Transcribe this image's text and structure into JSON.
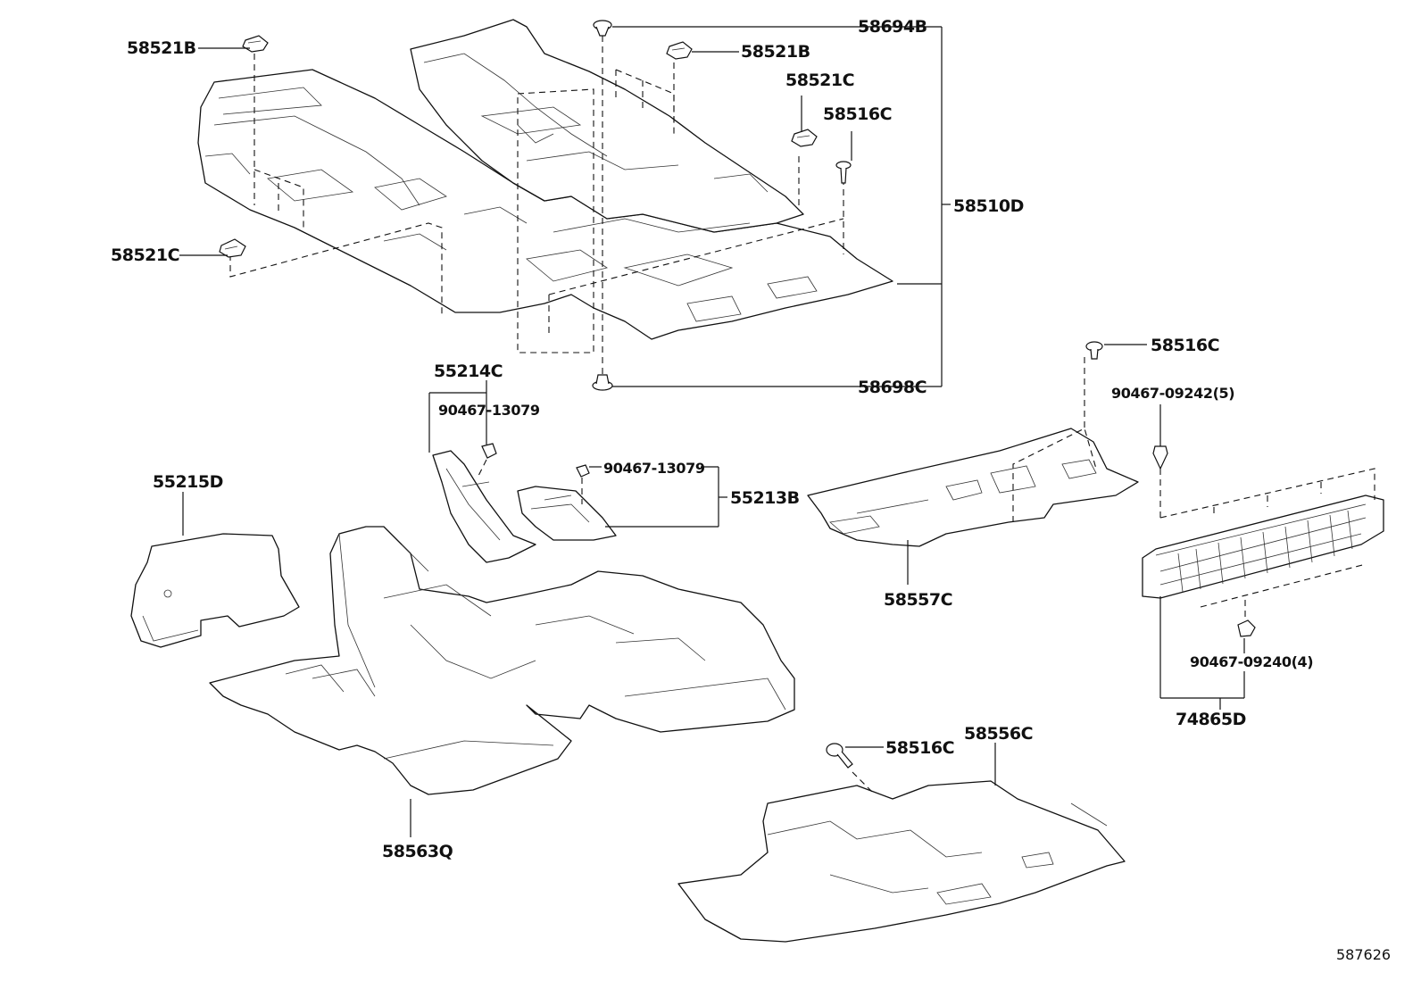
{
  "callouts": {
    "p58521B_a": "58521B",
    "p58521B_b": "58521B",
    "p58521C_a": "58521C",
    "p58521C_b": "58521C",
    "p58694B": "58694B",
    "p58516C_a": "58516C",
    "p58516C_b": "58516C",
    "p58516C_c": "58516C",
    "p58510D": "58510D",
    "p58698C": "58698C",
    "p55214C": "55214C",
    "p90467_13079_a": "90467-13079",
    "p90467_13079_b": "90467-13079",
    "p55213B": "55213B",
    "p55215D": "55215D",
    "p58557C": "58557C",
    "p90467_09242": "90467-09242(5)",
    "p90467_09240": "90467-09240(4)",
    "p74865D": "74865D",
    "p58556C": "58556C",
    "p58563Q": "58563Q"
  },
  "diagram_ref": "587626"
}
